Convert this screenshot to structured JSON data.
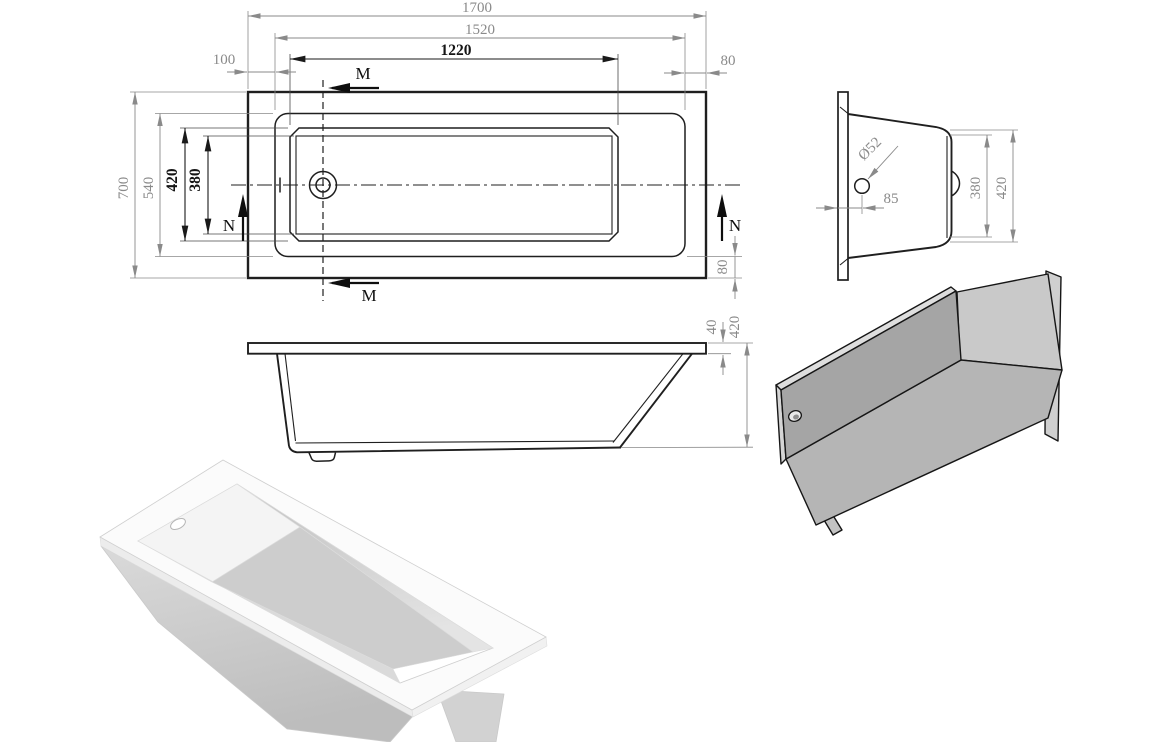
{
  "plan": {
    "len_overall": "1700",
    "len_rim": "1520",
    "len_floor": "1220",
    "off_left": "100",
    "off_right": "80",
    "wid_overall": "700",
    "wid_rim": "540",
    "wid_floor": "420",
    "wid_floor_flat": "380",
    "wid_edge": "80",
    "sec_m": "M",
    "sec_n": "N"
  },
  "end_section": {
    "drain_dia": "Ø52",
    "drain_off": "85",
    "flat": "380",
    "width": "420"
  },
  "side": {
    "rim_thk": "40",
    "height": "420"
  }
}
